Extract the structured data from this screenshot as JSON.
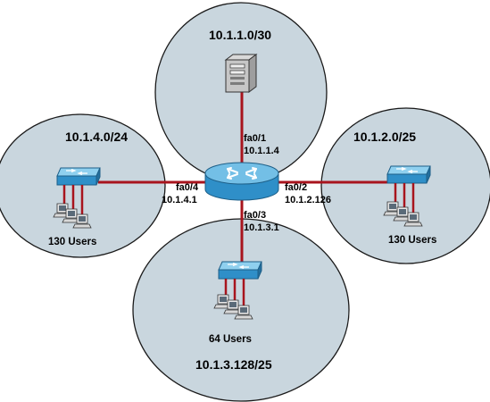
{
  "colors": {
    "bubble_fill": "#c9d6de",
    "bubble_stroke": "#1a1a1a",
    "link": "#a8141d",
    "router_body": "#2f8fc8",
    "router_top": "#73bfe6",
    "switch_body": "#2f8fc8",
    "switch_top": "#8fd0ef"
  },
  "networks": {
    "top": "10.1.1.0/30",
    "left": "10.1.4.0/24",
    "right": "10.1.2.0/25",
    "bottom": "10.1.3.128/25"
  },
  "interfaces": {
    "fa01": {
      "name": "fa0/1",
      "ip": "10.1.1.4"
    },
    "fa02": {
      "name": "fa0/2",
      "ip": "10.1.2.126"
    },
    "fa03": {
      "name": "fa0/3",
      "ip": "10.1.3.1"
    },
    "fa04": {
      "name": "fa0/4",
      "ip": "10.1.4.1"
    }
  },
  "users": {
    "left": "130 Users",
    "right": "130 Users",
    "bottom": "64 Users"
  },
  "icons": {
    "router": "router-icon",
    "server": "server-icon",
    "switch": "switch-icon",
    "pc": "pc-group-icon"
  }
}
